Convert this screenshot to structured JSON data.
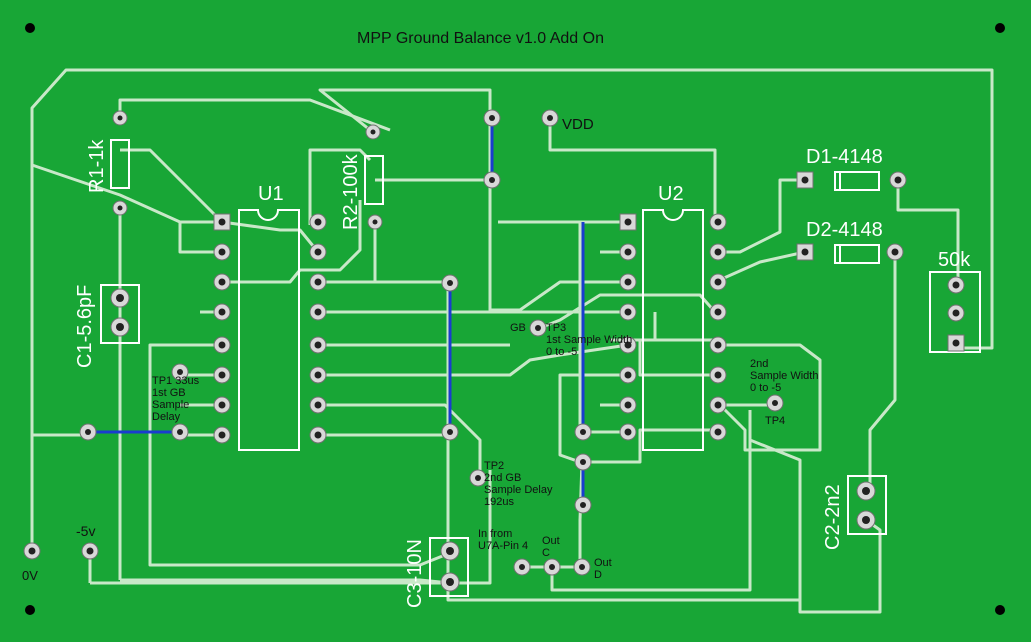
{
  "title": "MPP Ground Balance v1.0 Add On",
  "components": {
    "u1": "U1",
    "u2": "U2",
    "r1": "R1-1k",
    "r2": "R2-100k",
    "c1": "C1-5.6pF",
    "c2": "C2-2n2",
    "c3": "C3-10N",
    "d1": "D1-4148",
    "d2": "D2-4148",
    "pot": "50k"
  },
  "labels": {
    "vdd": "VDD",
    "ov": "0V",
    "neg5v": "-5v",
    "tp1": "TP1 33us\n1st GB\nSample\nDelay",
    "tp2": "TP2\n2nd GB\nSample Delay\n192us",
    "tp3_gb": "GB",
    "tp3": "TP3\n1st Sample Width\n0 to -5",
    "tp4_desc": "2nd\nSample Width\n0 to -5",
    "tp4": "TP4",
    "in_from": "In from\nU7A-Pin 4",
    "out_c": "Out\nC",
    "out_d": "Out\nD"
  },
  "colors": {
    "board": "#18a636",
    "trace": "#c8e8c8",
    "jumper": "#1a3ccf",
    "silk": "#ffffff",
    "pad": "#c0c0c0"
  }
}
